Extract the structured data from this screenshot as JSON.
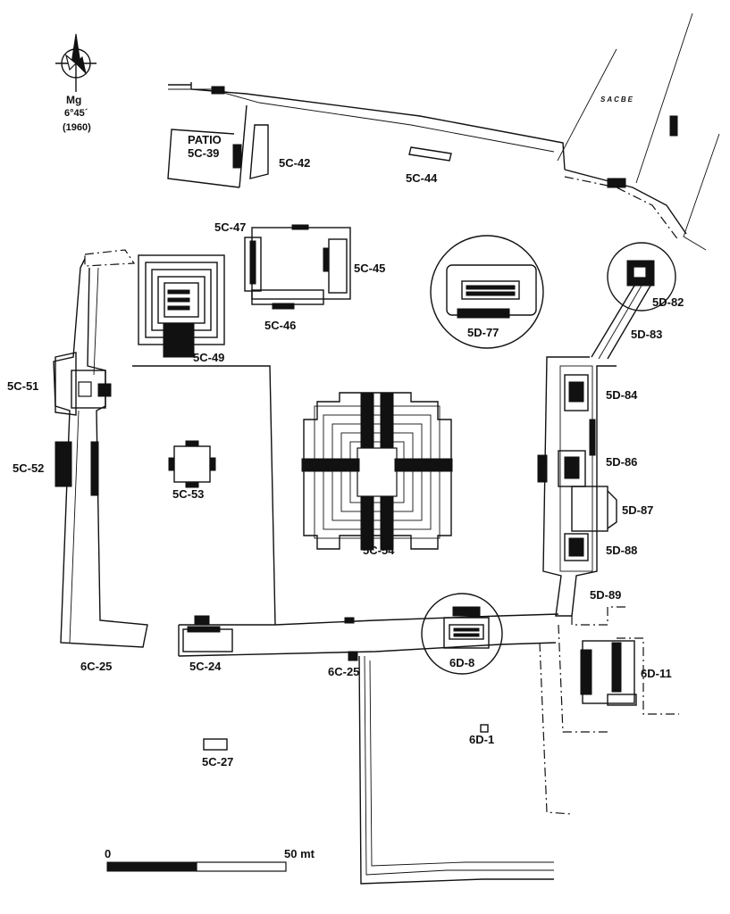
{
  "compass": {
    "label": "Mg",
    "declination": "6°45´",
    "year": "(1960)",
    "icon": "north-arrow-icon"
  },
  "labels": {
    "sacbe": "SACBE",
    "patio": "PATIO",
    "5c39": "5C-39",
    "5c42": "5C-42",
    "5c44": "5C-44",
    "5c47": "5C-47",
    "5c45": "5C-45",
    "5c46": "5C-46",
    "5c49": "5C-49",
    "5d77": "5D-77",
    "5d82": "5D-82",
    "5d83": "5D-83",
    "5c51": "5C-51",
    "5c52": "5C-52",
    "5c53": "5C-53",
    "5c54": "5C-54",
    "5d84": "5D-84",
    "5d86": "5D-86",
    "5d87": "5D-87",
    "5d88": "5D-88",
    "5d89": "5D-89",
    "6c25_left": "6C-25",
    "5c24": "5C-24",
    "6c25_mid": "6C-25",
    "6d8": "6D-8",
    "6d11": "6D-11",
    "6d1": "6D-1",
    "5c27": "5C-27"
  },
  "scale": {
    "start": "0",
    "end": "50 mt"
  },
  "colors": {
    "ink": "#111111",
    "paper": "#ffffff"
  }
}
